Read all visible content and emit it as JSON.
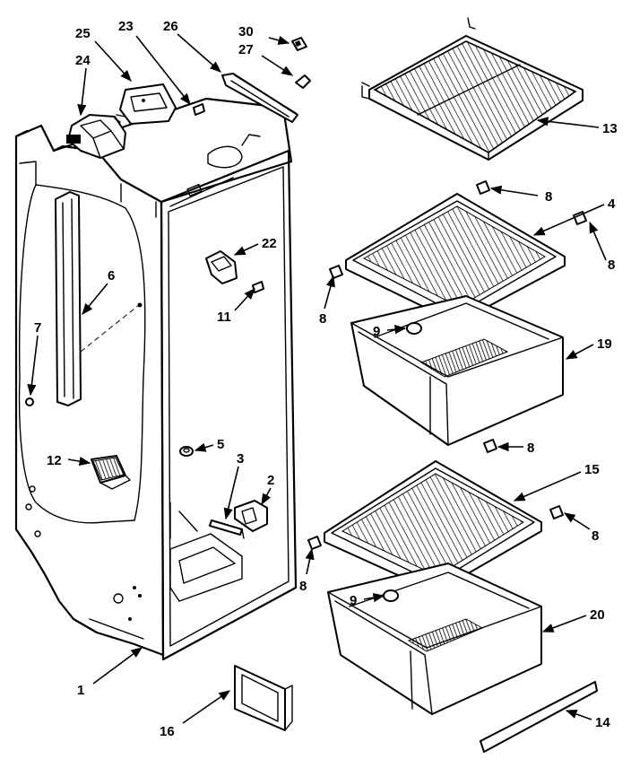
{
  "callouts": [
    {
      "id": "c30",
      "text": "30"
    },
    {
      "id": "c27",
      "text": "27"
    },
    {
      "id": "c25",
      "text": "25"
    },
    {
      "id": "c23",
      "text": "23"
    },
    {
      "id": "c26",
      "text": "26"
    },
    {
      "id": "c24",
      "text": "24"
    },
    {
      "id": "c13",
      "text": "13"
    },
    {
      "id": "c8a",
      "text": "8"
    },
    {
      "id": "c4",
      "text": "4"
    },
    {
      "id": "c8b",
      "text": "8"
    },
    {
      "id": "c22",
      "text": "22"
    },
    {
      "id": "c6",
      "text": "6"
    },
    {
      "id": "c8c",
      "text": "8"
    },
    {
      "id": "c11",
      "text": "11"
    },
    {
      "id": "c7",
      "text": "7"
    },
    {
      "id": "c9a",
      "text": "9"
    },
    {
      "id": "c19",
      "text": "19"
    },
    {
      "id": "c5",
      "text": "5"
    },
    {
      "id": "c8d",
      "text": "8"
    },
    {
      "id": "c3",
      "text": "3"
    },
    {
      "id": "c12",
      "text": "12"
    },
    {
      "id": "c2",
      "text": "2"
    },
    {
      "id": "c15",
      "text": "15"
    },
    {
      "id": "c8e",
      "text": "8"
    },
    {
      "id": "c8f",
      "text": "8"
    },
    {
      "id": "c9b",
      "text": "9"
    },
    {
      "id": "c20",
      "text": "20"
    },
    {
      "id": "c1",
      "text": "1"
    },
    {
      "id": "c16",
      "text": "16"
    },
    {
      "id": "c14",
      "text": "14"
    }
  ]
}
